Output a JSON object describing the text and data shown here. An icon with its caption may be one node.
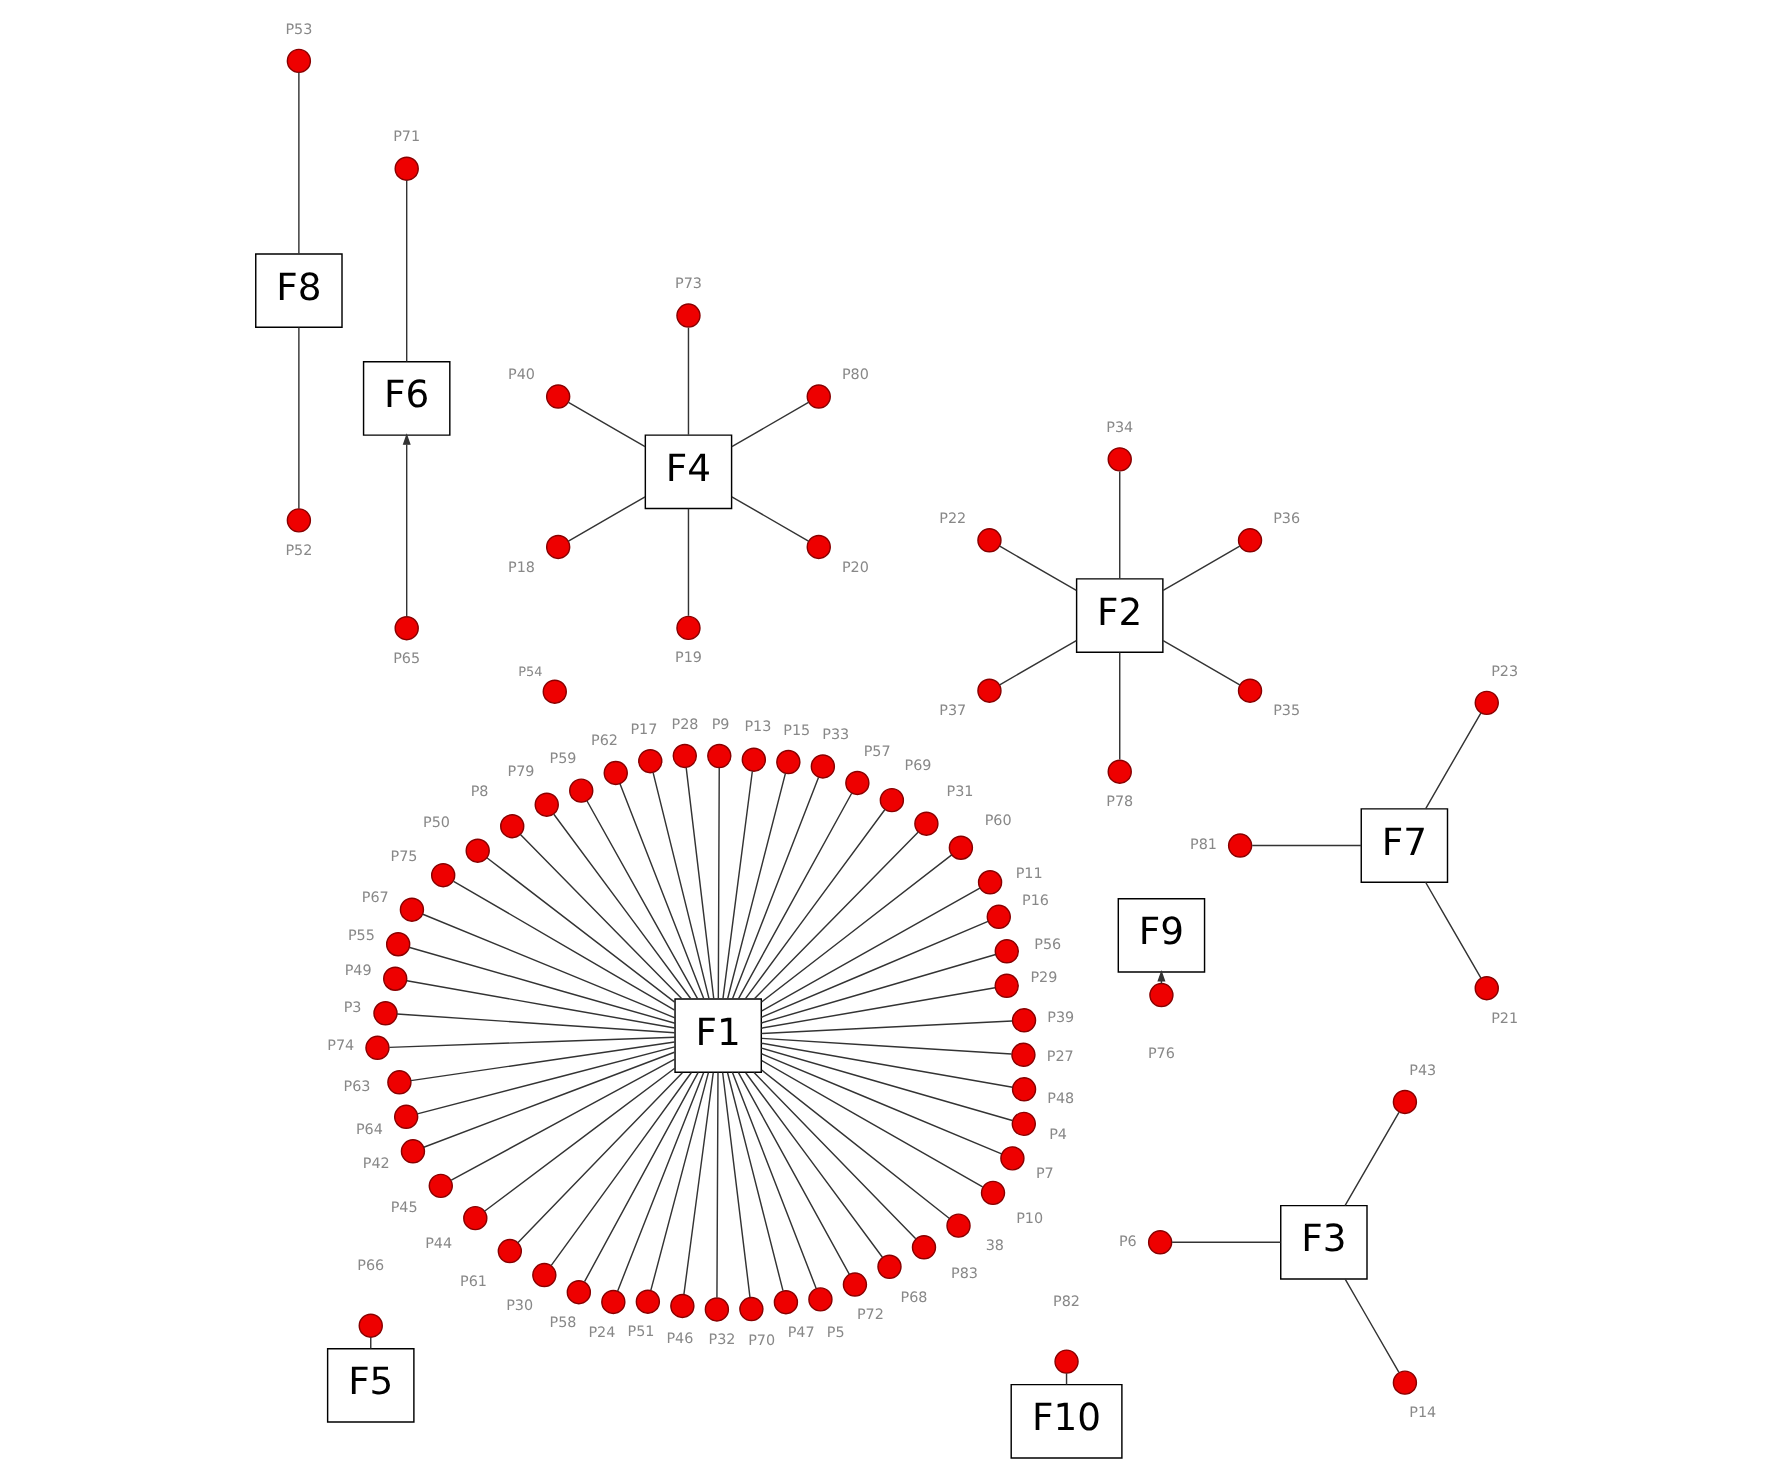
{
  "diagram": {
    "nodes": [
      {
        "text": [
          "F1"
        ]
      },
      {
        "text": [
          "F2"
        ]
      },
      {
        "text": [
          "F3"
        ]
      },
      {
        "text": [
          "F4"
        ]
      },
      {
        "text": [
          "F5"
        ]
      },
      {
        "text": [
          "F6"
        ]
      },
      {
        "text": [
          "F7"
        ]
      },
      {
        "text": [
          "F8"
        ]
      },
      {
        "text": [
          "F9"
        ]
      },
      {
        "text": [
          "F10"
        ]
      },
      {
        "text": [],
        "shape": "circle",
        "beside": [
          "P39"
        ]
      },
      {
        "text": [],
        "shape": "circle",
        "beside": [
          "P29"
        ]
      },
      {
        "text": [],
        "shape": "circle",
        "beside": [
          "P56"
        ]
      },
      {
        "text": [],
        "shape": "circle",
        "beside": [
          "P16"
        ]
      },
      {
        "text": [],
        "shape": "circle",
        "beside": [
          "P11"
        ]
      },
      {
        "text": [],
        "shape": "circle",
        "beside": [
          "P60"
        ]
      },
      {
        "text": [],
        "shape": "circle",
        "beside": [
          "P31"
        ]
      },
      {
        "text": [],
        "shape": "circle",
        "beside": [
          "P69"
        ]
      },
      {
        "text": [],
        "shape": "circle",
        "beside": [
          "P57"
        ]
      },
      {
        "text": [],
        "shape": "circle",
        "beside": [
          "P33"
        ]
      },
      {
        "text": [],
        "shape": "circle",
        "beside": [
          "P15"
        ]
      },
      {
        "text": [],
        "shape": "circle",
        "beside": [
          "P13"
        ]
      },
      {
        "text": [],
        "shape": "circle",
        "beside": [
          "P9"
        ]
      },
      {
        "text": [],
        "shape": "circle",
        "beside": [
          "P28"
        ]
      },
      {
        "text": [],
        "shape": "circle",
        "beside": [
          "P17"
        ]
      },
      {
        "text": [],
        "shape": "circle",
        "beside": [
          "P62"
        ]
      },
      {
        "text": [],
        "shape": "circle",
        "beside": [
          "P59"
        ]
      },
      {
        "text": [],
        "shape": "circle",
        "beside": [
          "P79"
        ]
      },
      {
        "text": [],
        "shape": "circle",
        "beside": [
          "P8"
        ]
      },
      {
        "text": [],
        "shape": "circle",
        "beside": [
          "P50"
        ]
      },
      {
        "text": [],
        "shape": "circle",
        "beside": [
          "P75"
        ]
      },
      {
        "text": [],
        "shape": "circle",
        "beside": [
          "P67"
        ]
      },
      {
        "text": [],
        "shape": "circle",
        "beside": [
          "P55"
        ]
      },
      {
        "text": [],
        "shape": "circle",
        "beside": [
          "P49"
        ]
      },
      {
        "text": [],
        "shape": "circle",
        "beside": [
          "P3"
        ]
      },
      {
        "text": [],
        "shape": "circle",
        "beside": [
          "P74"
        ]
      },
      {
        "text": [],
        "shape": "circle",
        "beside": [
          "P63"
        ]
      },
      {
        "text": [],
        "shape": "circle",
        "beside": [
          "P64"
        ]
      },
      {
        "text": [],
        "shape": "circle",
        "beside": [
          "P42"
        ]
      },
      {
        "text": [],
        "shape": "circle",
        "beside": [
          "P45"
        ]
      },
      {
        "text": [],
        "shape": "circle",
        "beside": [
          "P44"
        ]
      },
      {
        "text": [],
        "shape": "circle",
        "beside": [
          "P61"
        ]
      },
      {
        "text": [],
        "shape": "circle",
        "beside": [
          "P30"
        ]
      },
      {
        "text": [],
        "shape": "circle",
        "beside": [
          "P58"
        ]
      },
      {
        "text": [],
        "shape": "circle",
        "beside": [
          "P24"
        ]
      },
      {
        "text": [],
        "shape": "circle",
        "beside": [
          "P51"
        ]
      },
      {
        "text": [],
        "shape": "circle",
        "beside": [
          "P46"
        ]
      },
      {
        "text": [],
        "shape": "circle",
        "beside": [
          "P32"
        ]
      },
      {
        "text": [],
        "shape": "circle",
        "beside": [
          "P70"
        ]
      },
      {
        "text": [],
        "shape": "circle",
        "beside": [
          "P47"
        ]
      },
      {
        "text": [],
        "shape": "circle",
        "beside": [
          "P5"
        ]
      },
      {
        "text": [],
        "shape": "circle",
        "beside": [
          "P72"
        ]
      },
      {
        "text": [],
        "shape": "circle",
        "beside": [
          "P68"
        ]
      },
      {
        "text": [],
        "shape": "circle",
        "beside": [
          "P83"
        ]
      },
      {
        "text": [],
        "shape": "circle",
        "beside": [
          "38"
        ]
      },
      {
        "text": [],
        "shape": "circle",
        "beside": [
          "P10"
        ]
      },
      {
        "text": [],
        "shape": "circle",
        "beside": [
          "P7"
        ]
      },
      {
        "text": [],
        "shape": "circle",
        "beside": [
          "P4"
        ]
      },
      {
        "text": [],
        "shape": "circle",
        "beside": [
          "P48"
        ]
      },
      {
        "text": [],
        "shape": "circle",
        "beside": [
          "P27"
        ]
      },
      {
        "text": [],
        "shape": "circle",
        "beside": [
          "P36"
        ]
      },
      {
        "text": [],
        "shape": "circle",
        "beside": [
          "P34"
        ]
      },
      {
        "text": [],
        "shape": "circle",
        "beside": [
          "P22"
        ]
      },
      {
        "text": [],
        "shape": "circle",
        "beside": [
          "P54"
        ]
      },
      {
        "text": [],
        "shape": "circle",
        "beside": [
          "P37"
        ]
      },
      {
        "text": [],
        "shape": "circle",
        "beside": [
          "P78"
        ]
      },
      {
        "text": [],
        "shape": "circle",
        "beside": [
          "P35"
        ]
      },
      {
        "text": [],
        "shape": "circle",
        "beside": [
          "P43"
        ]
      },
      {
        "text": [],
        "shape": "circle",
        "beside": [
          "P6"
        ]
      },
      {
        "text": [],
        "shape": "circle",
        "beside": [
          "P14"
        ]
      },
      {
        "text": [],
        "shape": "circle",
        "beside": [
          "P80"
        ]
      },
      {
        "text": [],
        "shape": "circle",
        "beside": [
          "P73"
        ]
      },
      {
        "text": [],
        "shape": "circle",
        "beside": [
          "P40"
        ]
      },
      {
        "text": [],
        "shape": "circle",
        "beside": [
          "P18"
        ]
      },
      {
        "text": [],
        "shape": "circle",
        "beside": [
          "P19"
        ]
      },
      {
        "text": [],
        "shape": "circle",
        "beside": [
          "P20"
        ]
      },
      {
        "text": [],
        "shape": "circle",
        "beside": [
          "P66"
        ]
      },
      {
        "text": [],
        "shape": "circle",
        "beside": [
          "P71"
        ]
      },
      {
        "text": [],
        "shape": "circle",
        "beside": [
          "P65"
        ]
      },
      {
        "text": [],
        "shape": "circle",
        "beside": [
          "P23"
        ]
      },
      {
        "text": [],
        "shape": "circle",
        "beside": [
          "P81"
        ]
      },
      {
        "text": [],
        "shape": "circle",
        "beside": [
          "P21"
        ]
      },
      {
        "text": [],
        "shape": "circle",
        "beside": [
          "P53"
        ]
      },
      {
        "text": [],
        "shape": "circle",
        "beside": [
          "P52"
        ]
      },
      {
        "text": [],
        "shape": "circle",
        "beside": [
          "P76"
        ]
      },
      {
        "text": [],
        "shape": "circle",
        "beside": [
          "P82"
        ]
      }
    ],
    "edges": [
      {
        "from": 0,
        "to": 10,
        "arrow": "none"
      },
      {
        "from": 0,
        "to": 11,
        "arrow": "none"
      },
      {
        "from": 0,
        "to": 12,
        "arrow": "none"
      },
      {
        "from": 0,
        "to": 13,
        "arrow": "none"
      },
      {
        "from": 0,
        "to": 14,
        "arrow": "none"
      },
      {
        "from": 0,
        "to": 15,
        "arrow": "none"
      },
      {
        "from": 0,
        "to": 16,
        "arrow": "none"
      },
      {
        "from": 0,
        "to": 17,
        "arrow": "none"
      },
      {
        "from": 0,
        "to": 18,
        "arrow": "none"
      },
      {
        "from": 0,
        "to": 19,
        "arrow": "none"
      },
      {
        "from": 0,
        "to": 20,
        "arrow": "none"
      },
      {
        "from": 0,
        "to": 21,
        "arrow": "none"
      },
      {
        "from": 0,
        "to": 22,
        "arrow": "none"
      },
      {
        "from": 0,
        "to": 23,
        "arrow": "none"
      },
      {
        "from": 0,
        "to": 24,
        "arrow": "none"
      },
      {
        "from": 0,
        "to": 25,
        "arrow": "none"
      },
      {
        "from": 0,
        "to": 26,
        "arrow": "none"
      },
      {
        "from": 0,
        "to": 27,
        "arrow": "none"
      },
      {
        "from": 0,
        "to": 28,
        "arrow": "none"
      },
      {
        "from": 0,
        "to": 29,
        "arrow": "none"
      },
      {
        "from": 0,
        "to": 30,
        "arrow": "none"
      },
      {
        "from": 0,
        "to": 31,
        "arrow": "none"
      },
      {
        "from": 0,
        "to": 32,
        "arrow": "none"
      },
      {
        "from": 0,
        "to": 33,
        "arrow": "none"
      },
      {
        "from": 0,
        "to": 34,
        "arrow": "none"
      },
      {
        "from": 0,
        "to": 35,
        "arrow": "none"
      },
      {
        "from": 0,
        "to": 36,
        "arrow": "none"
      },
      {
        "from": 0,
        "to": 37,
        "arrow": "none"
      },
      {
        "from": 0,
        "to": 38,
        "arrow": "none"
      },
      {
        "from": 0,
        "to": 39,
        "arrow": "none"
      },
      {
        "from": 0,
        "to": 40,
        "arrow": "none"
      },
      {
        "from": 0,
        "to": 41,
        "arrow": "none"
      },
      {
        "from": 0,
        "to": 42,
        "arrow": "none"
      },
      {
        "from": 0,
        "to": 43,
        "arrow": "none"
      },
      {
        "from": 0,
        "to": 44,
        "arrow": "none"
      },
      {
        "from": 0,
        "to": 45,
        "arrow": "none"
      },
      {
        "from": 0,
        "to": 46,
        "arrow": "none"
      },
      {
        "from": 0,
        "to": 47,
        "arrow": "none"
      },
      {
        "from": 0,
        "to": 48,
        "arrow": "none"
      },
      {
        "from": 0,
        "to": 49,
        "arrow": "none"
      },
      {
        "from": 0,
        "to": 50,
        "arrow": "none"
      },
      {
        "from": 0,
        "to": 51,
        "arrow": "none"
      },
      {
        "from": 0,
        "to": 52,
        "arrow": "none"
      },
      {
        "from": 0,
        "to": 53,
        "arrow": "none"
      },
      {
        "from": 0,
        "to": 54,
        "arrow": "none"
      },
      {
        "from": 0,
        "to": 55,
        "arrow": "none"
      },
      {
        "from": 0,
        "to": 56,
        "arrow": "none"
      },
      {
        "from": 0,
        "to": 57,
        "arrow": "none"
      },
      {
        "from": 0,
        "to": 58,
        "arrow": "none"
      },
      {
        "from": 0,
        "to": 59,
        "arrow": "none"
      },
      {
        "from": 1,
        "to": 60,
        "arrow": "none"
      },
      {
        "from": 1,
        "to": 61,
        "arrow": "none"
      },
      {
        "from": 1,
        "to": 62,
        "arrow": "none"
      },
      {
        "from": 1,
        "to": 64,
        "arrow": "none"
      },
      {
        "from": 1,
        "to": 65,
        "arrow": "none"
      },
      {
        "from": 1,
        "to": 66,
        "arrow": "none"
      },
      {
        "from": 2,
        "to": 67,
        "arrow": "none"
      },
      {
        "from": 2,
        "to": 68,
        "arrow": "none"
      },
      {
        "from": 2,
        "to": 69,
        "arrow": "none"
      },
      {
        "from": 3,
        "to": 70,
        "arrow": "none"
      },
      {
        "from": 3,
        "to": 71,
        "arrow": "none"
      },
      {
        "from": 3,
        "to": 72,
        "arrow": "none"
      },
      {
        "from": 3,
        "to": 73,
        "arrow": "none"
      },
      {
        "from": 3,
        "to": 74,
        "arrow": "none"
      },
      {
        "from": 3,
        "to": 75,
        "arrow": "none"
      },
      {
        "from": 4,
        "to": 76,
        "arrow": "none"
      },
      {
        "from": 5,
        "to": 77,
        "arrow": "none"
      },
      {
        "from": 78,
        "to": 5,
        "arrow": "to"
      },
      {
        "from": 6,
        "to": 79,
        "arrow": "none"
      },
      {
        "from": 6,
        "to": 80,
        "arrow": "none"
      },
      {
        "from": 6,
        "to": 81,
        "arrow": "none"
      },
      {
        "from": 7,
        "to": 82,
        "arrow": "none"
      },
      {
        "from": 7,
        "to": 83,
        "arrow": "none"
      },
      {
        "from": 84,
        "to": 8,
        "arrow": "to"
      },
      {
        "from": 9,
        "to": 85,
        "arrow": "none"
      }
    ]
  }
}
